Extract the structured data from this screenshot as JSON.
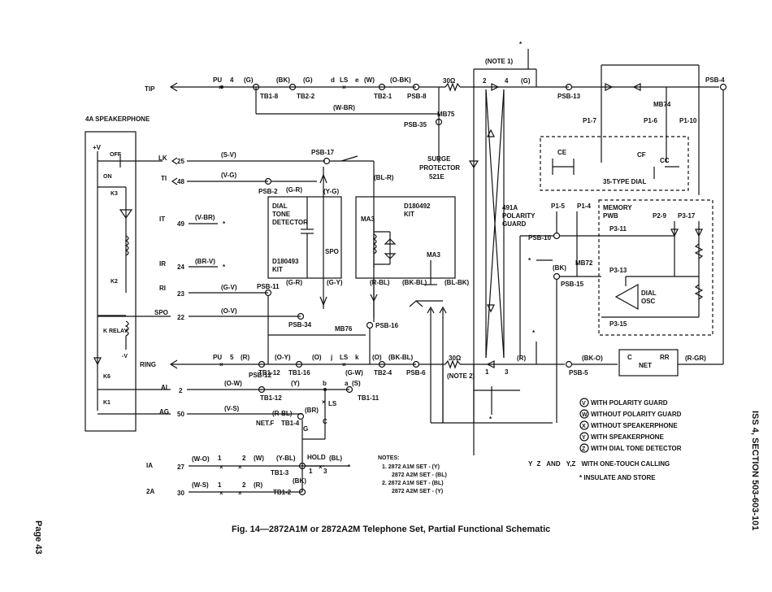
{
  "caption": "Fig. 14—2872A1M or 2872A2M Telephone Set, Partial Functional Schematic",
  "page_number": "Page 43",
  "side_header": "ISS 4, SECTION 503-603-101",
  "terminals": {
    "tip": "TIP",
    "ring": "RING",
    "lk": "LK",
    "ti": "TI",
    "it": "IT",
    "ir": "IR",
    "ri": "RI",
    "spo": "SPO",
    "ai": "AI",
    "ag": "AG",
    "ia": "IA",
    "a2": "2A"
  },
  "pins": {
    "lk": "25",
    "ti": "48",
    "it": "49",
    "ir": "24",
    "ri": "23",
    "spo": "22",
    "ai": "2",
    "ag": "50",
    "ia": "27",
    "a2": "30"
  },
  "wire_colors": {
    "lk": "(S-V)",
    "ti": "(V-G)",
    "it": "(V-BR)",
    "ir": "(BR-V)",
    "ri": "(G-V)",
    "spo": "(O-V)",
    "ai": "(O-W)",
    "ag": "(V-S)",
    "ia": "(W-O)",
    "a2": "(W-S)"
  },
  "speakerphone": {
    "title": "4A SPEAKERPHONE",
    "plus_v": "+V",
    "off": "OFF",
    "on": "ON",
    "k3": "K3",
    "k2": "K2",
    "k_relay": "K RELAY",
    "minus_v": "-V",
    "k6": "K6",
    "k1": "K1"
  },
  "tip_line": {
    "pu": "PU",
    "n4": "4",
    "g1": "(G)",
    "tb1_8": "TB1-8",
    "bk": "(BK)",
    "g2": "(G)",
    "tb2_2": "TB2-2",
    "d": "d",
    "ls": "LS",
    "e": "e",
    "w": "(W)",
    "obk": "(O-BK)",
    "tb2_1": "TB2-1",
    "psb8": "PSB-8",
    "wbr": "(W-BR)",
    "psb35": "PSB-35",
    "r30": "30Ω",
    "n2": "2",
    "n4b": "4",
    "g3": "(G)",
    "psb13": "PSB-13",
    "mb7_5": "MB75",
    "psb4": "PSB-4",
    "note1": "(NOTE 1)"
  },
  "surge": {
    "text1": "SURGE",
    "text2": "PROTECTOR",
    "text3": "521E"
  },
  "polarity": {
    "text1": "491A",
    "text2": "POLARITY",
    "text3": "GUARD"
  },
  "upper_mid": {
    "psb17": "PSB-17",
    "blr": "(BL-R)",
    "psb2": "PSB-2",
    "gr1": "(G-R)",
    "yg": "(Y-G)",
    "dt1": "DIAL",
    "dt2": "TONE",
    "dt3": "DETECTOR",
    "d180493a": "D180493",
    "d180493b": "KIT",
    "spo_sw": "SPO",
    "d180492a": "D180492",
    "d180492b": "KIT",
    "ma3": "MA3",
    "ma3b": "MA3",
    "psb11": "PSB-11",
    "gr2": "(G-R)",
    "gy": "(G-Y)",
    "rbl": "(R-BL)",
    "bkbl": "(BK-BL)",
    "blbk": "(BL-BK)",
    "psb34": "PSB-34",
    "mb7_6": "MB76",
    "psb16": "PSB-16"
  },
  "ring_line": {
    "pu": "PU",
    "n5": "5",
    "r": "(R)",
    "tb1_12": "TB1-12",
    "oy": "(O-Y)",
    "tb1_16": "TB1-16",
    "o1": "(O)",
    "j": "j",
    "ls": "LS",
    "k": "k",
    "o2": "(O)",
    "bkbl": "(BK-BL)",
    "gw": "(G-W)",
    "tb2_4": "TB2-4",
    "psb6": "PSB-6",
    "r30": "30Ω",
    "note2": "(NOTE 2)",
    "n1": "1",
    "n3": "3",
    "r2": "(R)",
    "bko": "(BK-O)",
    "psb5": "PSB-5",
    "net_c": "C",
    "net": "NET",
    "net_rr": "RR",
    "rgr": "(R-GR)"
  },
  "lower_left": {
    "psb12": "PSB-12",
    "ow": "(O-W)",
    "y": "(Y)",
    "b": "b",
    "ls": "LS",
    "a": "a",
    "s": "(S)",
    "c": "C",
    "tb1_11": "TB1-11",
    "tb1_12b": "TB1-12",
    "vs": "(V-S)",
    "rbl": "(R-BL)",
    "br": "(BR)",
    "netf": "NET.F",
    "tb1_4": "TB1-4",
    "g": "G",
    "hold": "HOLD",
    "tb1_3": "TB1-3",
    "tb1_2": "TB1-2",
    "ybl": "(Y-BL)",
    "bk": "(BK)",
    "bl": "(BL)",
    "w": "(W)",
    "r": "(R)",
    "n1": "1",
    "n2": "2",
    "n1b": "1",
    "n3": "3",
    "n1c": "1",
    "n2b": "2"
  },
  "right_side": {
    "dial": "35-TYPE DIAL",
    "ce": "CE",
    "cf": "CF",
    "cc": "CC",
    "p17": "P1-7",
    "p16": "P1-6",
    "p110": "P1-10",
    "mb7_4": "MB74",
    "p15": "P1-5",
    "p14": "P1-4",
    "memory1": "MEMORY",
    "memory2": "PWB",
    "p311": "P3-11",
    "p29": "P2-9",
    "p317": "P3-17",
    "p313": "P3-13",
    "p315": "P3-15",
    "osc1": "DIAL",
    "osc2": "OSC",
    "psb10": "PSB-10",
    "psb15": "PSB-15",
    "bk": "(BK)",
    "mb7_2": "MB72"
  },
  "legend": [
    {
      "sym": "V",
      "text": "WITH POLARITY GUARD"
    },
    {
      "sym": "W",
      "text": "WITHOUT POLARITY GUARD"
    },
    {
      "sym": "X",
      "text": "WITHOUT SPEAKERPHONE"
    },
    {
      "sym": "Y",
      "text": "WITH SPEAKERPHONE"
    },
    {
      "sym": "Z",
      "text": "WITH DIAL TONE DETECTOR"
    }
  ],
  "legend_extra": {
    "y": "Y",
    "z": "Z",
    "and": "AND",
    "yz": "Y,Z",
    "one_touch": "WITH ONE-TOUCH CALLING",
    "insulate": "INSULATE AND STORE"
  },
  "notes": {
    "title": "NOTES:",
    "lines": [
      "1. 2872 A1M SET - (Y)",
      "2872 A2M SET - (BL)",
      "2. 2872 A1M SET - (BL)",
      "2872 A2M SET - (Y)"
    ]
  }
}
